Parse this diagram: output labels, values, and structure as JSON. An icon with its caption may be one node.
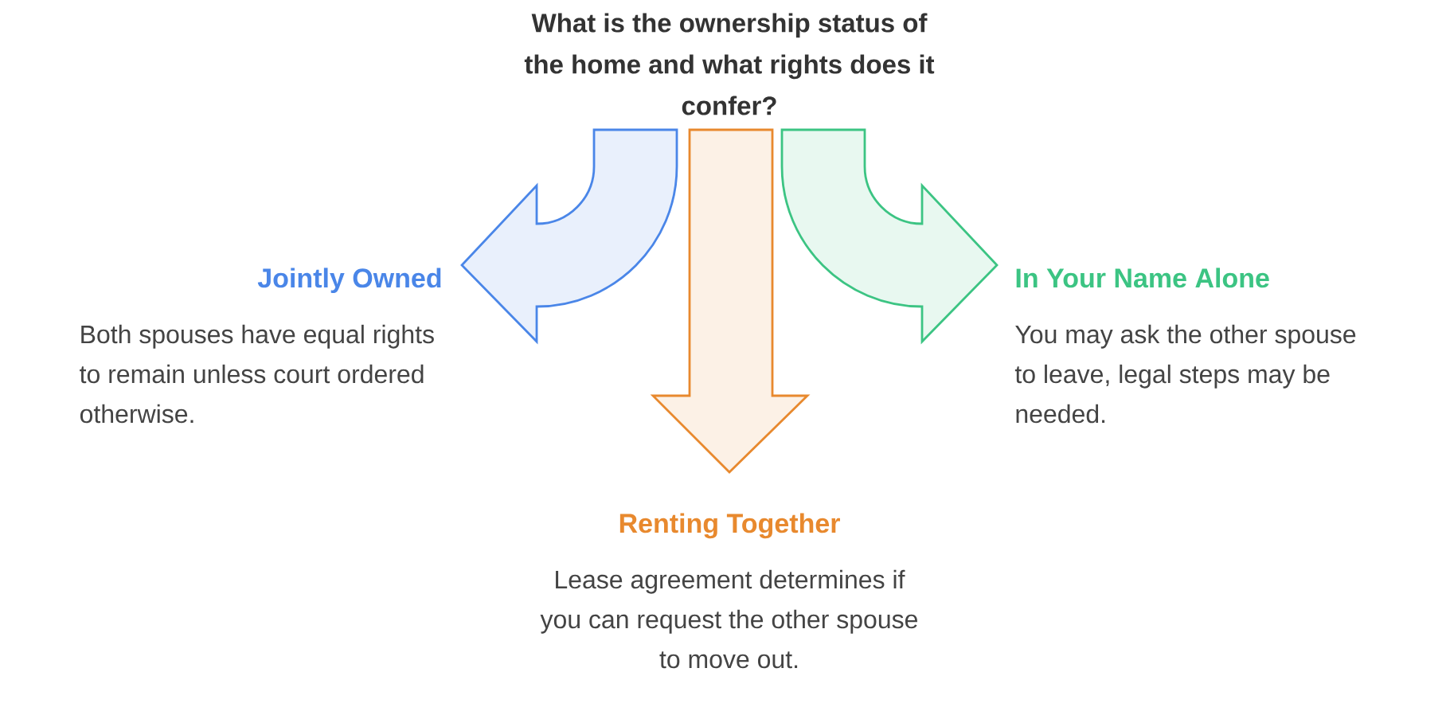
{
  "diagram": {
    "nodes": [
      {
        "text": [
          "What is the ownership status of the home and what rights does it confer?"
        ]
      },
      {
        "text": [
          "Jointly Owned",
          "Both spouses have equal rights to remain unless court ordered otherwise."
        ]
      },
      {
        "text": [
          "Renting Together",
          "Lease agreement determines if you can request the other spouse to move out."
        ]
      },
      {
        "text": [
          "In Your Name Alone",
          "You may ask the other spouse to leave, legal steps may be needed."
        ]
      }
    ],
    "edges": [
      {
        "from": 0,
        "to": 1,
        "arrow": "to",
        "color": "#4a86e8"
      },
      {
        "from": 0,
        "to": 2,
        "arrow": "to",
        "color": "#e8892e"
      },
      {
        "from": 0,
        "to": 3,
        "arrow": "to",
        "color": "#3cc483"
      }
    ]
  }
}
